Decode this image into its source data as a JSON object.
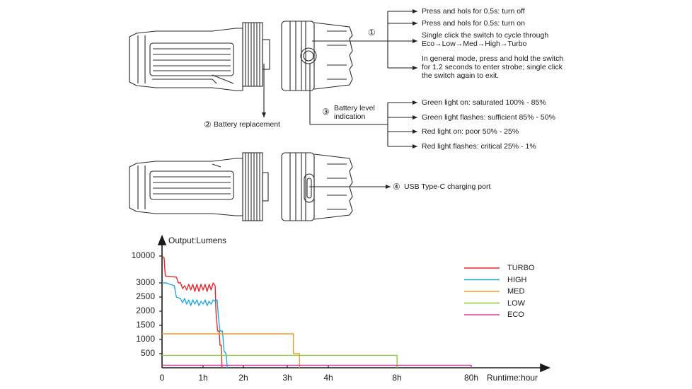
{
  "diagram": {
    "markers": [
      "①",
      "②",
      "③",
      "④"
    ],
    "switch_functions": [
      "Press and hols for 0.5s: turn off",
      "Press and hols for 0.5s: turn on",
      "Single click the switch to cycle through Eco→Low→Med→High→Turbo",
      "In general mode, press and hold the switch for 1.2 seconds to enter strobe; single click the switch again to exit."
    ],
    "battery_replacement": "Battery replacement",
    "battery_indicator_label": "Battery level indication",
    "battery_levels": [
      "Green light on: saturated 100% - 85%",
      "Green light flashes: sufficient 85% - 50%",
      "Red light on: poor 50% - 25%",
      "Red light flashes: critical 25% - 1%"
    ],
    "usb_port": "USB Type-C charging port"
  },
  "chart_data": {
    "type": "line",
    "ylabel": "Output:Lumens",
    "xlabel": "Runtime:hour",
    "yticks": [
      "10000",
      "3000",
      "2500",
      "2000",
      "1500",
      "1000",
      "500"
    ],
    "xticks": [
      "0",
      "1h",
      "2h",
      "3h",
      "4h",
      "8h",
      "80h"
    ],
    "series": [
      {
        "name": "TURBO",
        "color": "#e8262c",
        "points": [
          [
            0,
            10000
          ],
          [
            0.05,
            9600
          ],
          [
            0.08,
            4800
          ],
          [
            0.35,
            4500
          ],
          [
            0.4,
            3000
          ],
          [
            0.45,
            3050
          ],
          [
            0.5,
            2800
          ],
          [
            0.55,
            2900
          ],
          [
            0.6,
            2750
          ],
          [
            0.65,
            2950
          ],
          [
            0.7,
            2750
          ],
          [
            0.75,
            2950
          ],
          [
            0.8,
            2700
          ],
          [
            0.85,
            2950
          ],
          [
            0.9,
            2700
          ],
          [
            0.95,
            2950
          ],
          [
            1.0,
            2750
          ],
          [
            1.05,
            2950
          ],
          [
            1.1,
            2700
          ],
          [
            1.15,
            2950
          ],
          [
            1.2,
            2750
          ],
          [
            1.25,
            3000
          ],
          [
            1.3,
            2900
          ],
          [
            1.32,
            2000
          ],
          [
            1.36,
            1300
          ],
          [
            1.4,
            1300
          ],
          [
            1.42,
            800
          ],
          [
            1.45,
            800
          ],
          [
            1.47,
            0
          ]
        ]
      },
      {
        "name": "HIGH",
        "color": "#1fa8e0",
        "points": [
          [
            0,
            3000
          ],
          [
            0.1,
            3000
          ],
          [
            0.3,
            2900
          ],
          [
            0.35,
            2500
          ],
          [
            0.45,
            2450
          ],
          [
            0.5,
            2300
          ],
          [
            0.55,
            2450
          ],
          [
            0.6,
            2250
          ],
          [
            0.65,
            2400
          ],
          [
            0.7,
            2200
          ],
          [
            0.75,
            2400
          ],
          [
            0.8,
            2250
          ],
          [
            0.85,
            2400
          ],
          [
            0.9,
            2200
          ],
          [
            0.95,
            2350
          ],
          [
            1.0,
            2250
          ],
          [
            1.05,
            2400
          ],
          [
            1.1,
            2200
          ],
          [
            1.15,
            2350
          ],
          [
            1.2,
            2250
          ],
          [
            1.25,
            2400
          ],
          [
            1.3,
            2350
          ],
          [
            1.35,
            2400
          ],
          [
            1.38,
            1800
          ],
          [
            1.42,
            1300
          ],
          [
            1.48,
            1300
          ],
          [
            1.52,
            600
          ],
          [
            1.57,
            500
          ],
          [
            1.6,
            0
          ]
        ]
      },
      {
        "name": "MED",
        "color": "#f39a2b",
        "points": [
          [
            0,
            1200
          ],
          [
            3.15,
            1200
          ],
          [
            3.15,
            500
          ],
          [
            3.3,
            500
          ],
          [
            3.3,
            0
          ]
        ]
      },
      {
        "name": "LOW",
        "color": "#8dc63f",
        "points": [
          [
            0,
            440
          ],
          [
            8.15,
            440
          ],
          [
            8.15,
            0
          ]
        ]
      },
      {
        "name": "ECO",
        "color": "#d63aa6",
        "points": [
          [
            0,
            90
          ],
          [
            80,
            90
          ],
          [
            80,
            0
          ]
        ]
      }
    ],
    "legend_position": "right",
    "grid": false
  }
}
